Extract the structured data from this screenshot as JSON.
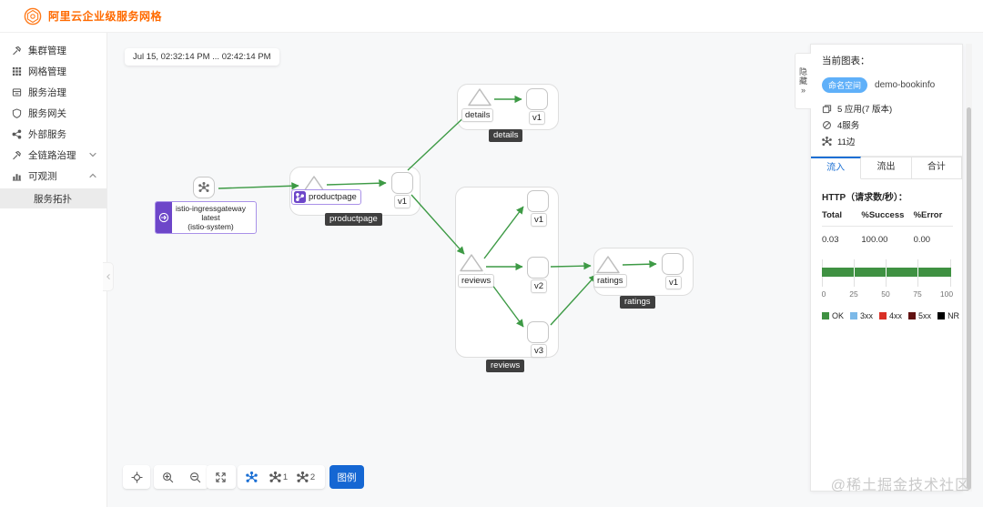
{
  "header": {
    "brand": "阿里云企业级服务网格"
  },
  "sidebar": {
    "items": [
      {
        "label": "集群管理",
        "icon": "cluster-icon"
      },
      {
        "label": "网格管理",
        "icon": "grid-icon"
      },
      {
        "label": "服务治理",
        "icon": "governance-icon"
      },
      {
        "label": "服务网关",
        "icon": "gateway-icon"
      },
      {
        "label": "外部服务",
        "icon": "external-icon"
      },
      {
        "label": "全链路治理",
        "icon": "tracing-icon",
        "chevron": "down"
      },
      {
        "label": "可观测",
        "icon": "observe-icon",
        "chevron": "up"
      }
    ],
    "active_subitem": {
      "label": "服务拓扑"
    }
  },
  "canvas": {
    "time_range": "Jul 15, 02:32:14 PM ... 02:42:14 PM",
    "edge_color": "#3d9a45",
    "nodes": {
      "gateway_line1": "istio-ingressgateway",
      "gateway_line2": "latest",
      "gateway_line3": "(istio-system)",
      "productpage_app": "productpage",
      "productpage_badge": "productpage",
      "productpage_v1": "v1",
      "details_app": "details",
      "details_badge": "details",
      "details_v1": "v1",
      "reviews_app": "reviews",
      "reviews_badge": "reviews",
      "reviews_v1": "v1",
      "reviews_v2": "v2",
      "reviews_v3": "v3",
      "ratings_app": "ratings",
      "ratings_badge": "ratings",
      "ratings_v1": "v1"
    },
    "edges": [
      {
        "from": "istio-ingressgateway",
        "to": "productpage"
      },
      {
        "from": "productpage",
        "to": "productpage-v1"
      },
      {
        "from": "productpage-v1",
        "to": "details"
      },
      {
        "from": "productpage-v1",
        "to": "reviews"
      },
      {
        "from": "details",
        "to": "details-v1"
      },
      {
        "from": "reviews",
        "to": "reviews-v1"
      },
      {
        "from": "reviews",
        "to": "reviews-v2"
      },
      {
        "from": "reviews",
        "to": "reviews-v3"
      },
      {
        "from": "reviews-v2",
        "to": "ratings"
      },
      {
        "from": "reviews-v3",
        "to": "ratings"
      },
      {
        "from": "ratings",
        "to": "ratings-v1"
      }
    ]
  },
  "toolbar": {
    "layout1_label": "1",
    "layout2_label": "2",
    "legend_label": "图例",
    "legend_button_color": "#1567d3"
  },
  "panel": {
    "hide_tab": "隐藏",
    "hide_tab_arrow": "»",
    "title": "当前图表：",
    "namespace_badge": "命名空间",
    "namespace_value": "demo-bookinfo",
    "stats": [
      {
        "icon": "apps-icon",
        "label": "5 应用(7 版本)"
      },
      {
        "icon": "services-icon",
        "label": "4服务"
      },
      {
        "icon": "edges-icon",
        "label": "11边"
      }
    ],
    "tabs": [
      {
        "label": "流入",
        "active": true
      },
      {
        "label": "流出",
        "active": false
      },
      {
        "label": "合计",
        "active": false
      }
    ],
    "http_title": "HTTP（请求数/秒）：",
    "table": {
      "headers": [
        "Total",
        "%Success",
        "%Error"
      ],
      "values": [
        "0.03",
        "100.00",
        "0.00"
      ]
    }
  },
  "chart_data": {
    "type": "bar",
    "orientation": "horizontal",
    "series": [
      {
        "name": "OK",
        "values": [
          100
        ]
      }
    ],
    "xlim": [
      0,
      100
    ],
    "ticks": [
      "0",
      "25",
      "50",
      "75",
      "100"
    ],
    "grid": true,
    "legend_position": "bottom",
    "legend": [
      {
        "label": "OK",
        "color": "#3f9142"
      },
      {
        "label": "3xx",
        "color": "#7cb9e8"
      },
      {
        "label": "4xx",
        "color": "#d93026"
      },
      {
        "label": "5xx",
        "color": "#611212"
      },
      {
        "label": "NR",
        "color": "#000000"
      }
    ]
  },
  "watermark": "@稀土掘金技术社区"
}
